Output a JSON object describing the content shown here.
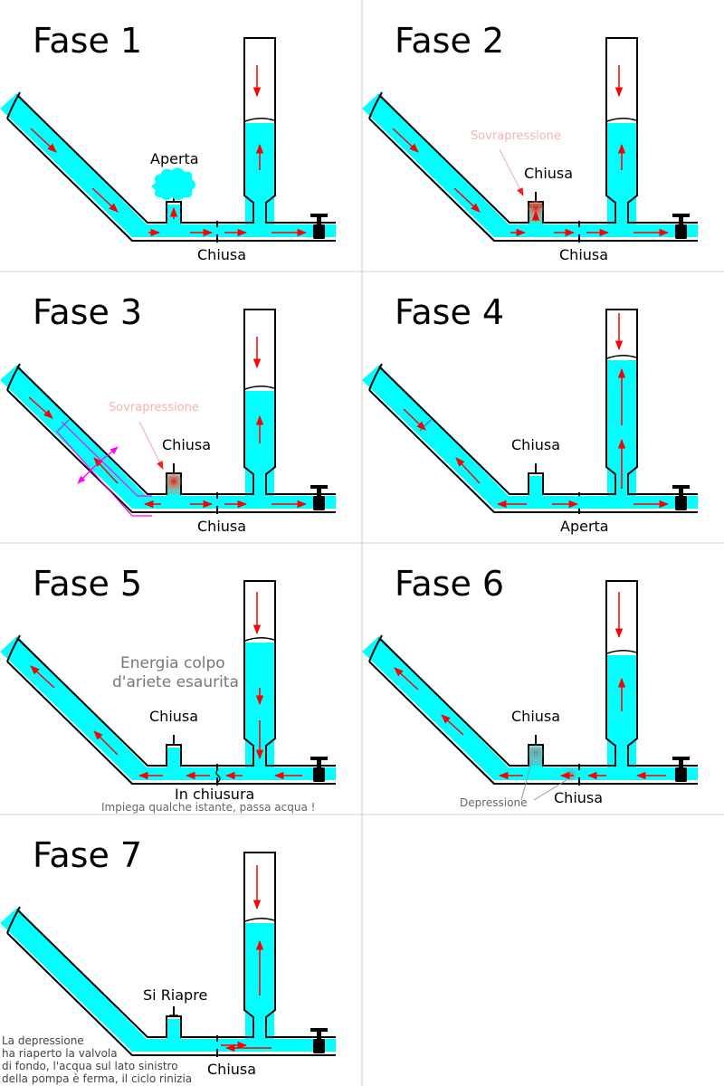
{
  "colors": {
    "water": "#00ffff",
    "arrow": "#ff0000",
    "outline": "#000000",
    "grid": "#cccccc",
    "pressure": "#e04020",
    "depression": "#7fa8a8",
    "wave": "#ff00ff"
  },
  "phases": [
    {
      "title": "Fase 1",
      "valve_label": "Aperta",
      "bottom_label": "Chiusa"
    },
    {
      "title": "Fase 2",
      "valve_label": "Chiusa",
      "bottom_label": "Chiusa",
      "note": "Sovrapressione"
    },
    {
      "title": "Fase 3",
      "valve_label": "Chiusa",
      "bottom_label": "Chiusa",
      "note": "Sovrapressione"
    },
    {
      "title": "Fase 4",
      "valve_label": "Chiusa",
      "bottom_label": "Aperta"
    },
    {
      "title": "Fase 5",
      "valve_label": "Chiusa",
      "bottom_label": "In chiusura",
      "sub_note": "Impiega qualche istante, passa acqua !",
      "energy_line1": "Energia colpo",
      "energy_line2": "d'ariete esaurita"
    },
    {
      "title": "Fase 6",
      "valve_label": "Chiusa",
      "bottom_label": "Chiusa",
      "note": "Depressione"
    },
    {
      "title": "Fase 7",
      "valve_label": "Si Riapre",
      "bottom_label": "Chiusa",
      "note_lines": [
        "La depressione",
        "ha riaperto la valvola",
        "di fondo, l'acqua sul lato sinistro",
        "della pompa è ferma, il ciclo rinizia"
      ]
    }
  ]
}
